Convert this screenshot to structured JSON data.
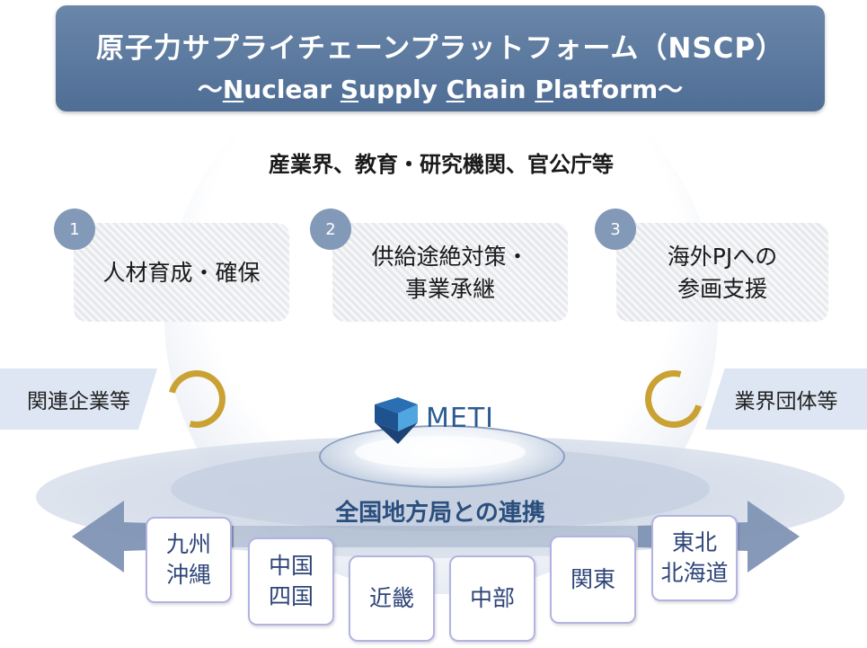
{
  "title": {
    "main": "原子力サプライチェーンプラットフォーム（NSCP）",
    "sub_prefix": "〜",
    "sub_parts": [
      {
        "u": "N",
        "t": "uclear "
      },
      {
        "u": "S",
        "t": "upply "
      },
      {
        "u": "C",
        "t": "hain "
      },
      {
        "u": "P",
        "t": "latform"
      }
    ],
    "sub_suffix": "〜"
  },
  "subheading": "産業界、教育・研究機関、官公庁等",
  "pillars": [
    {
      "num": "1",
      "lines": [
        "人材育成・確保"
      ]
    },
    {
      "num": "2",
      "lines": [
        "供給途絶対策・",
        "事業承継"
      ]
    },
    {
      "num": "3",
      "lines": [
        "海外PJへの",
        "参画支援"
      ]
    }
  ],
  "side_tags": {
    "left": "関連企業等",
    "right": "業界団体等"
  },
  "logo_text": "METI",
  "liaison": "全国地方局との連携",
  "regions": [
    {
      "lines": [
        "九州",
        "沖縄"
      ]
    },
    {
      "lines": [
        "中国",
        "四国"
      ]
    },
    {
      "lines": [
        "近畿"
      ]
    },
    {
      "lines": [
        "中部"
      ]
    },
    {
      "lines": [
        "関東"
      ]
    },
    {
      "lines": [
        "東北",
        "北海道"
      ]
    }
  ],
  "colors": {
    "banner": "#5b7aa1",
    "accent_ring": "#c9a233",
    "arrow": "#8094b5",
    "region_text": "#2e4578"
  },
  "icons": {
    "logo": "meti-logo",
    "rings": "circular-arrows-icon"
  }
}
